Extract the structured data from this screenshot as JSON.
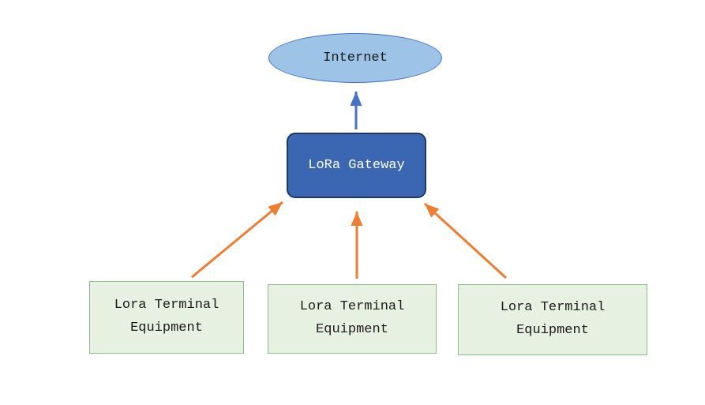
{
  "diagram": {
    "internet": {
      "label": "Internet"
    },
    "gateway": {
      "label": "LoRa Gateway"
    },
    "terminals": [
      {
        "label": "Lora Terminal Equipment"
      },
      {
        "label": "Lora Terminal Equipment"
      },
      {
        "label": "Lora Terminal Equipment"
      }
    ],
    "colors": {
      "ellipse_fill": "#9DC3E6",
      "ellipse_border": "#4472C4",
      "gateway_fill": "#3A66B2",
      "gateway_border": "#203864",
      "terminal_fill": "#E6F1E2",
      "terminal_border": "#8FBC8F",
      "arrow_orange": "#ED7D31",
      "arrow_blue": "#4472C4"
    }
  }
}
